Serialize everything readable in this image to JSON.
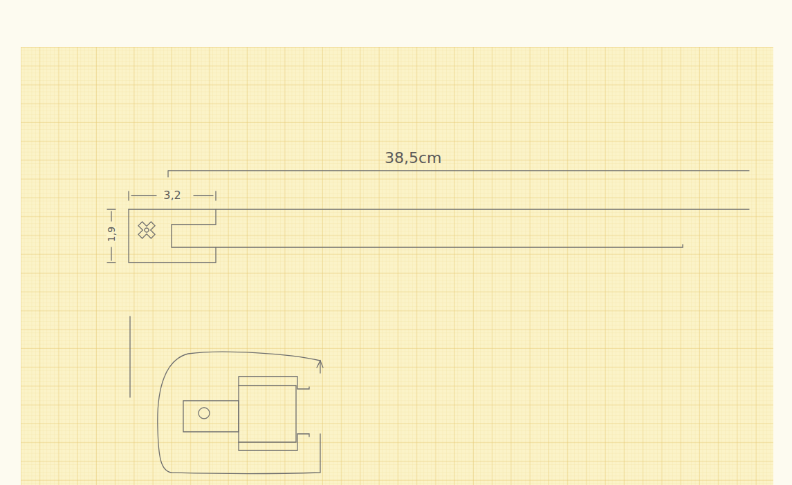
{
  "diagram": {
    "labels": [
      "38,5cm",
      "3,2",
      "1,9"
    ]
  }
}
